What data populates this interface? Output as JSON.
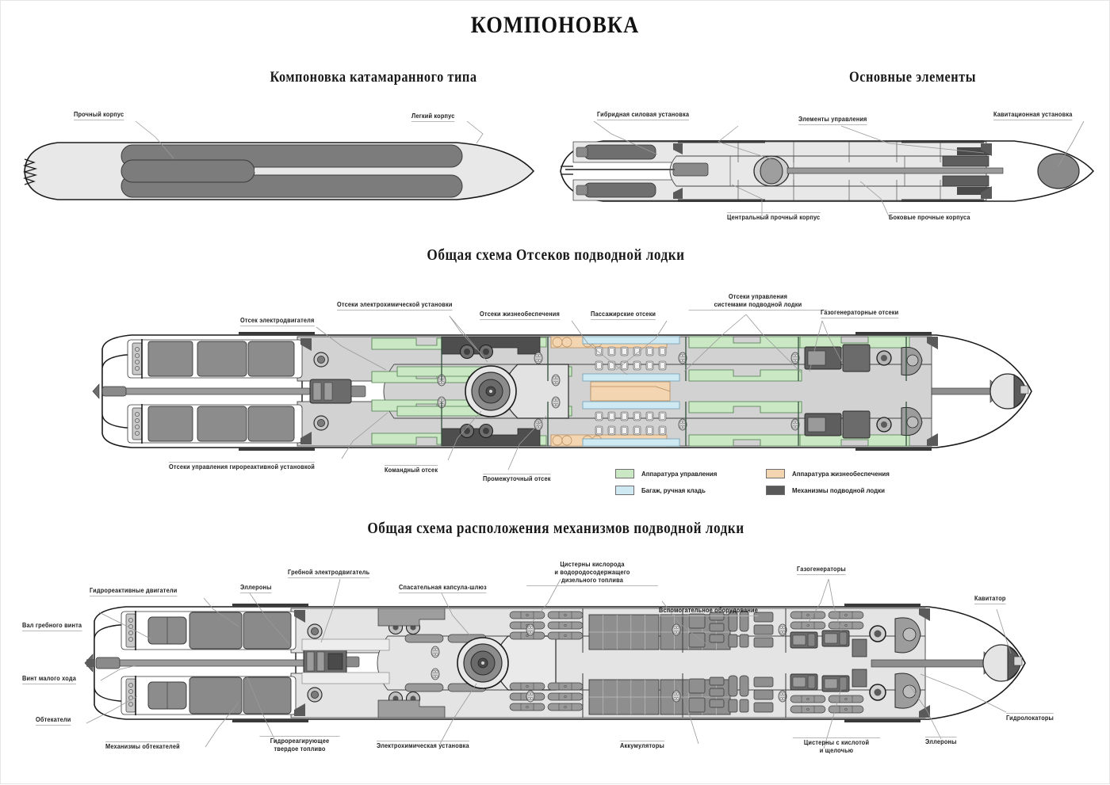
{
  "title": "КОМПОНОВКА",
  "sections": {
    "catamaran": {
      "title": "Компоновка катамаранного типа"
    },
    "main_elements": {
      "title": "Основные элементы"
    },
    "compartments": {
      "title": "Общая схема Отсеков подводной лодки"
    },
    "mechanisms": {
      "title": "Общая схема расположения механизмов подводной лодки"
    }
  },
  "labels": {
    "catamaran": [
      {
        "id": "strong-hull",
        "text": "Прочный корпус"
      },
      {
        "id": "light-hull",
        "text": "Легкий корпус"
      }
    ],
    "main_elements": [
      {
        "id": "hybrid-powerplant",
        "text": "Гибридная силовая установка"
      },
      {
        "id": "control-elements",
        "text": "Элементы управления"
      },
      {
        "id": "cavitation-unit",
        "text": "Кавитационная установка"
      },
      {
        "id": "central-strong-hull",
        "text": "Центральный прочный корпус"
      },
      {
        "id": "side-strong-hulls",
        "text": "Боковые прочные корпуса"
      }
    ],
    "compartments": [
      {
        "id": "electric-motor-bay",
        "text": "Отсек электродвигателя"
      },
      {
        "id": "electrochemical-bays",
        "text": "Отсеки электрохимической установки"
      },
      {
        "id": "life-support-bays",
        "text": "Отсеки жизнеобеспечения"
      },
      {
        "id": "passenger-bays",
        "text": "Пассажирские отсеки"
      },
      {
        "id": "systems-control-bays",
        "line1": "Отсеки управления",
        "line2": "системами подводной лодки"
      },
      {
        "id": "gas-generator-bays",
        "text": "Газогенераторные отсеки"
      },
      {
        "id": "gyrojet-control-bays",
        "text": "Отсеки управления гирореактивной установкой"
      },
      {
        "id": "command-bay",
        "text": "Командный отсек"
      },
      {
        "id": "intermediate-bay",
        "text": "Промежуточный отсек"
      }
    ],
    "mechanisms": [
      {
        "id": "hydrojet-engines",
        "text": "Гидрореактивные двигатели"
      },
      {
        "id": "propeller-shaft",
        "text": "Вал гребного винта"
      },
      {
        "id": "low-speed-propeller",
        "text": "Винт малого хода"
      },
      {
        "id": "fairings",
        "text": "Обтекатели"
      },
      {
        "id": "fairing-mechanisms",
        "text": "Механизмы обтекателей"
      },
      {
        "id": "ailerons-left",
        "text": "Эллероны"
      },
      {
        "id": "hydro-reactive-solid-fuel",
        "line1": "Гидрореагирующее",
        "line2": "твердое топливо"
      },
      {
        "id": "main-electric-motor",
        "text": "Гребной электродвигатель"
      },
      {
        "id": "rescue-capsule-airlock",
        "text": "Спасательная капсула-шлюз"
      },
      {
        "id": "electrochemical-unit",
        "text": "Электрохимическая установка"
      },
      {
        "id": "oxygen-diesel-tanks",
        "line1": "Цистерны кислорода",
        "line2": "и водородосодержащего",
        "line3": "дизельного топлива"
      },
      {
        "id": "auxiliary-equipment",
        "text": "Вспомогательное оборудование"
      },
      {
        "id": "batteries",
        "text": "Аккумуляторы"
      },
      {
        "id": "gas-generators",
        "text": "Газогенераторы"
      },
      {
        "id": "acid-alkali-tanks",
        "line1": "Цистерны с кислотой",
        "line2": "и щелочью"
      },
      {
        "id": "cavitator",
        "text": "Кавитатор"
      },
      {
        "id": "hydrolocators",
        "text": "Гидролокаторы"
      },
      {
        "id": "ailerons-right",
        "text": "Эллероны"
      }
    ]
  },
  "legend": {
    "items": [
      {
        "id": "control-equipment",
        "label": "Аппаратура управления",
        "color": "#c9e8c3"
      },
      {
        "id": "life-support-equipment",
        "label": "Аппаратура жизнеобеспечения",
        "color": "#f4d5b1"
      },
      {
        "id": "baggage-hand-luggage",
        "label": "Багаж, ручная кладь",
        "color": "#cfe9f3"
      },
      {
        "id": "submarine-mechanisms",
        "label": "Механизмы подводной лодки",
        "color": "#595959"
      }
    ]
  },
  "colors": {
    "outline": "#1a1a1a",
    "light_hull": "#e8e8e8",
    "strong_hull": "#7c7c7c",
    "deck": "#d2d2d2",
    "machinery_dark": "#5f5f5f",
    "machinery_mid": "#8c8c8c",
    "machinery_light": "#b4b4b4",
    "green": "#c9e8c3",
    "blue": "#cfe9f3",
    "peach": "#f4d5b1",
    "leader": "#9a9a9a"
  },
  "seating": {
    "rows_per_side": 2,
    "seats_per_row": 6,
    "compartments": 2
  }
}
